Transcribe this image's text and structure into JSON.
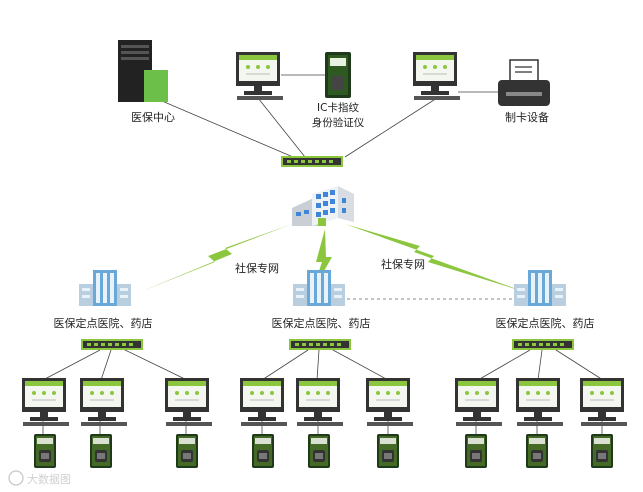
{
  "top": {
    "center_label": "医保中心",
    "device_label_line1": "IC卡指纹",
    "device_label_line2": "身份验证仪",
    "printer_label": "制卡设备"
  },
  "network": {
    "link_left": "社保专网",
    "link_right": "社保专网"
  },
  "branches": [
    {
      "label": "医保定点医院、药店"
    },
    {
      "label": "医保定点医院、药店"
    },
    {
      "label": "医保定点医院、药店"
    }
  ],
  "watermark": "大数据图",
  "colors": {
    "accent_green": "#8cc63f",
    "dark_green": "#2d6b1f",
    "line": "#444444",
    "building_blue": "#6aa8d8"
  }
}
